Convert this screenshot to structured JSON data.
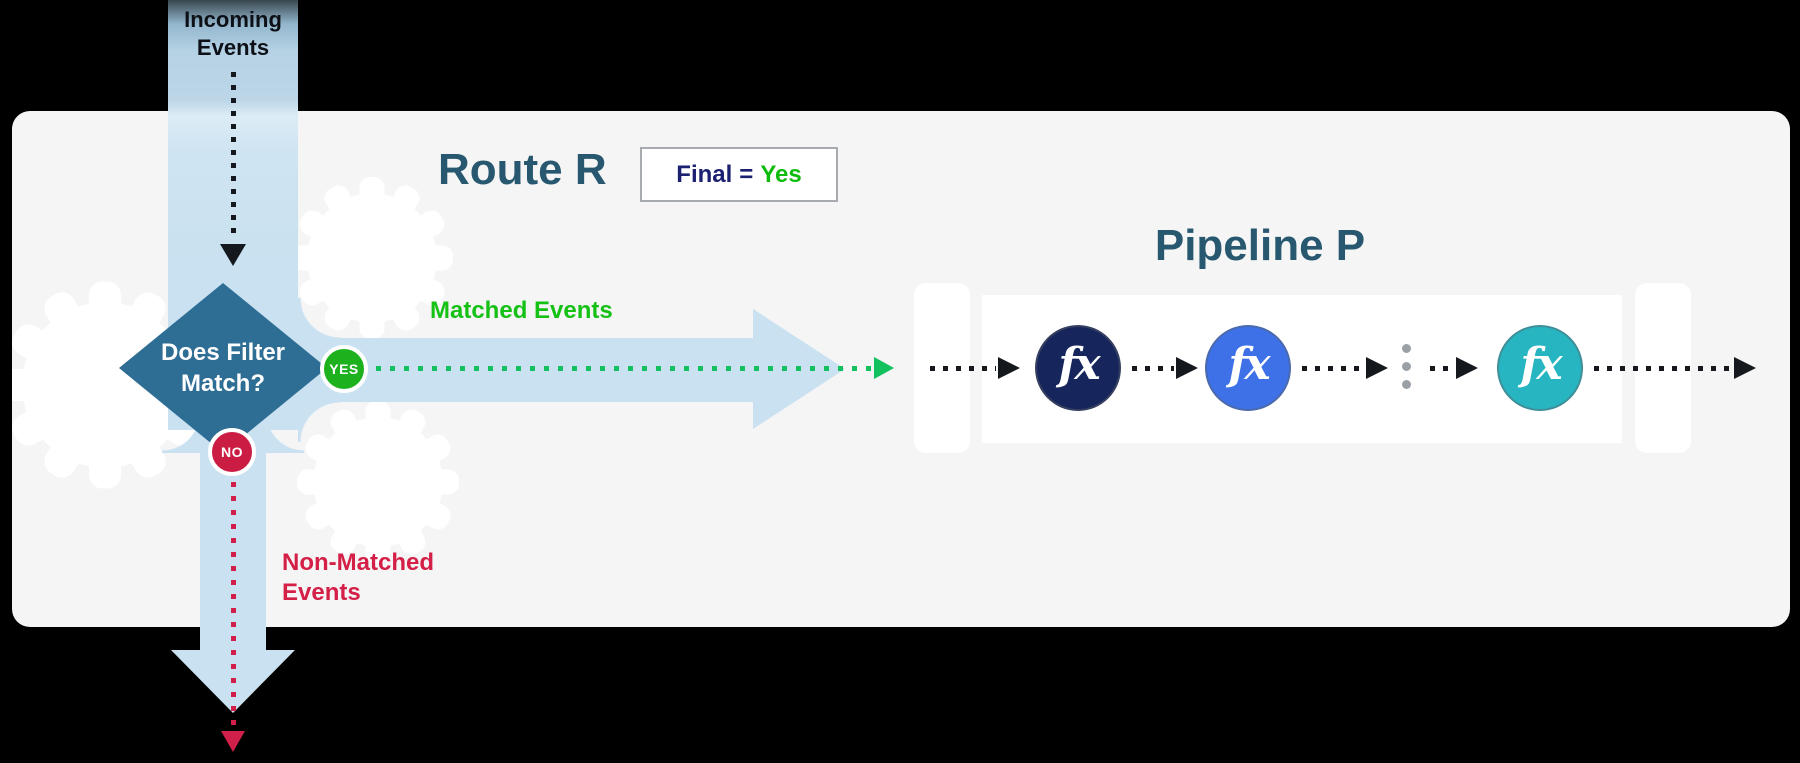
{
  "diagram": {
    "incoming": {
      "line1": "Incoming",
      "line2": "Events"
    },
    "route": {
      "title": "Route R",
      "final_box": {
        "label": "Final",
        "operator": "=",
        "value": "Yes"
      }
    },
    "decision": {
      "question_line1": "Does Filter",
      "question_line2": "Match?",
      "yes_badge": "YES",
      "no_badge": "NO"
    },
    "branches": {
      "matched_label": "Matched Events",
      "non_matched_line1": "Non-Matched",
      "non_matched_line2": "Events"
    },
    "pipeline": {
      "title": "Pipeline P",
      "fx_glyph": "fx",
      "functions": [
        {
          "id": "function-node-1",
          "color": "#16265c"
        },
        {
          "id": "function-node-2",
          "color": "#3e71e8"
        },
        {
          "id": "function-node-3",
          "color": "#27b6c1"
        }
      ]
    },
    "colors": {
      "panel_bg": "#f5f5f6",
      "flow_band_blue": "#c9e1f0",
      "decision_diamond_blue": "#2e6d94",
      "heading_text": "#27586f",
      "yes_badge_green": "#1db21d",
      "matched_label_green": "#16c116",
      "matched_dotted_green": "#12c05e",
      "no_badge_red": "#cb1d44",
      "non_matched_label_red": "#d41f47",
      "non_matched_dotted_red": "#d0204a",
      "final_label_navy": "#1b2071",
      "final_value_green": "#0ebc0e",
      "event_dotted_black": "#15191e"
    }
  }
}
